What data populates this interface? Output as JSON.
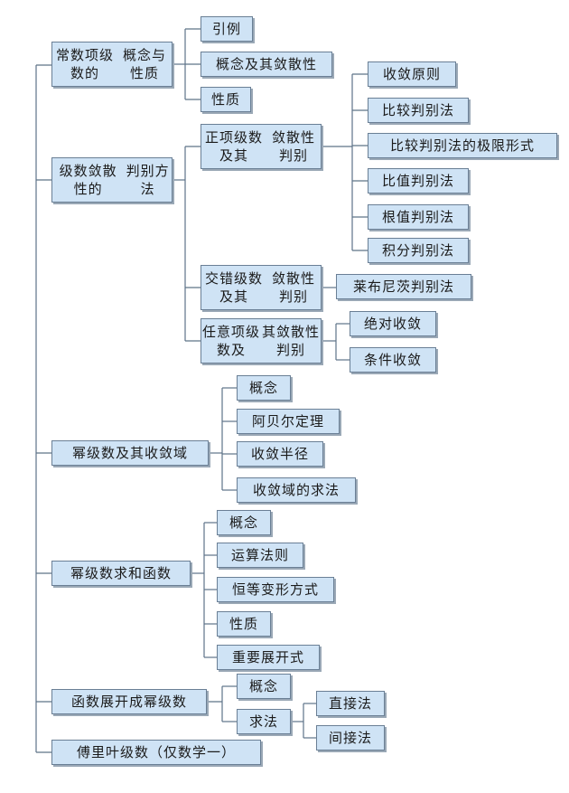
{
  "diagram": {
    "line_color": "#5e7388",
    "nodes": {
      "n1": [
        "常数项级数的",
        "概念与性质"
      ],
      "n1_1": "引例",
      "n1_2": "概念及其敛散性",
      "n1_3": "性质",
      "n2": [
        "级数敛散性的",
        "判别方法"
      ],
      "n2_1": [
        "正项级数及其",
        "敛散性判别"
      ],
      "n2_1_1": "收敛原则",
      "n2_1_2": "比较判别法",
      "n2_1_3": "比较判别法的极限形式",
      "n2_1_4": "比值判别法",
      "n2_1_5": "根值判别法",
      "n2_1_6": "积分判别法",
      "n2_2": [
        "交错级数及其",
        "敛散性判别"
      ],
      "n2_2_1": "莱布尼茨判别法",
      "n2_3": [
        "任意项级数及",
        "其敛散性判别"
      ],
      "n2_3_1": "绝对收敛",
      "n2_3_2": "条件收敛",
      "n3": "幂级数及其收敛域",
      "n3_1": "概念",
      "n3_2": "阿贝尔定理",
      "n3_3": "收敛半径",
      "n3_4": "收敛域的求法",
      "n4": "幂级数求和函数",
      "n4_1": "概念",
      "n4_2": "运算法则",
      "n4_3": "恒等变形方式",
      "n4_4": "性质",
      "n4_5": "重要展开式",
      "n5": "函数展开成幂级数",
      "n5_1": "概念",
      "n5_2": "求法",
      "n5_2_1": "直接法",
      "n5_2_2": "间接法",
      "n6": "傅里叶级数（仅数学一）"
    }
  }
}
